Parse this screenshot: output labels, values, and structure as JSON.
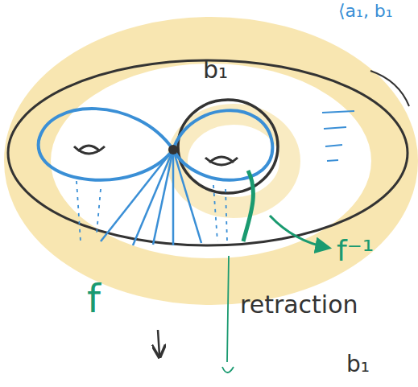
{
  "diagram": {
    "labels": [
      "⟨a₁, b₁",
      "b₁",
      "f⁻¹",
      "f",
      "retraction",
      "b₁"
    ]
  }
}
